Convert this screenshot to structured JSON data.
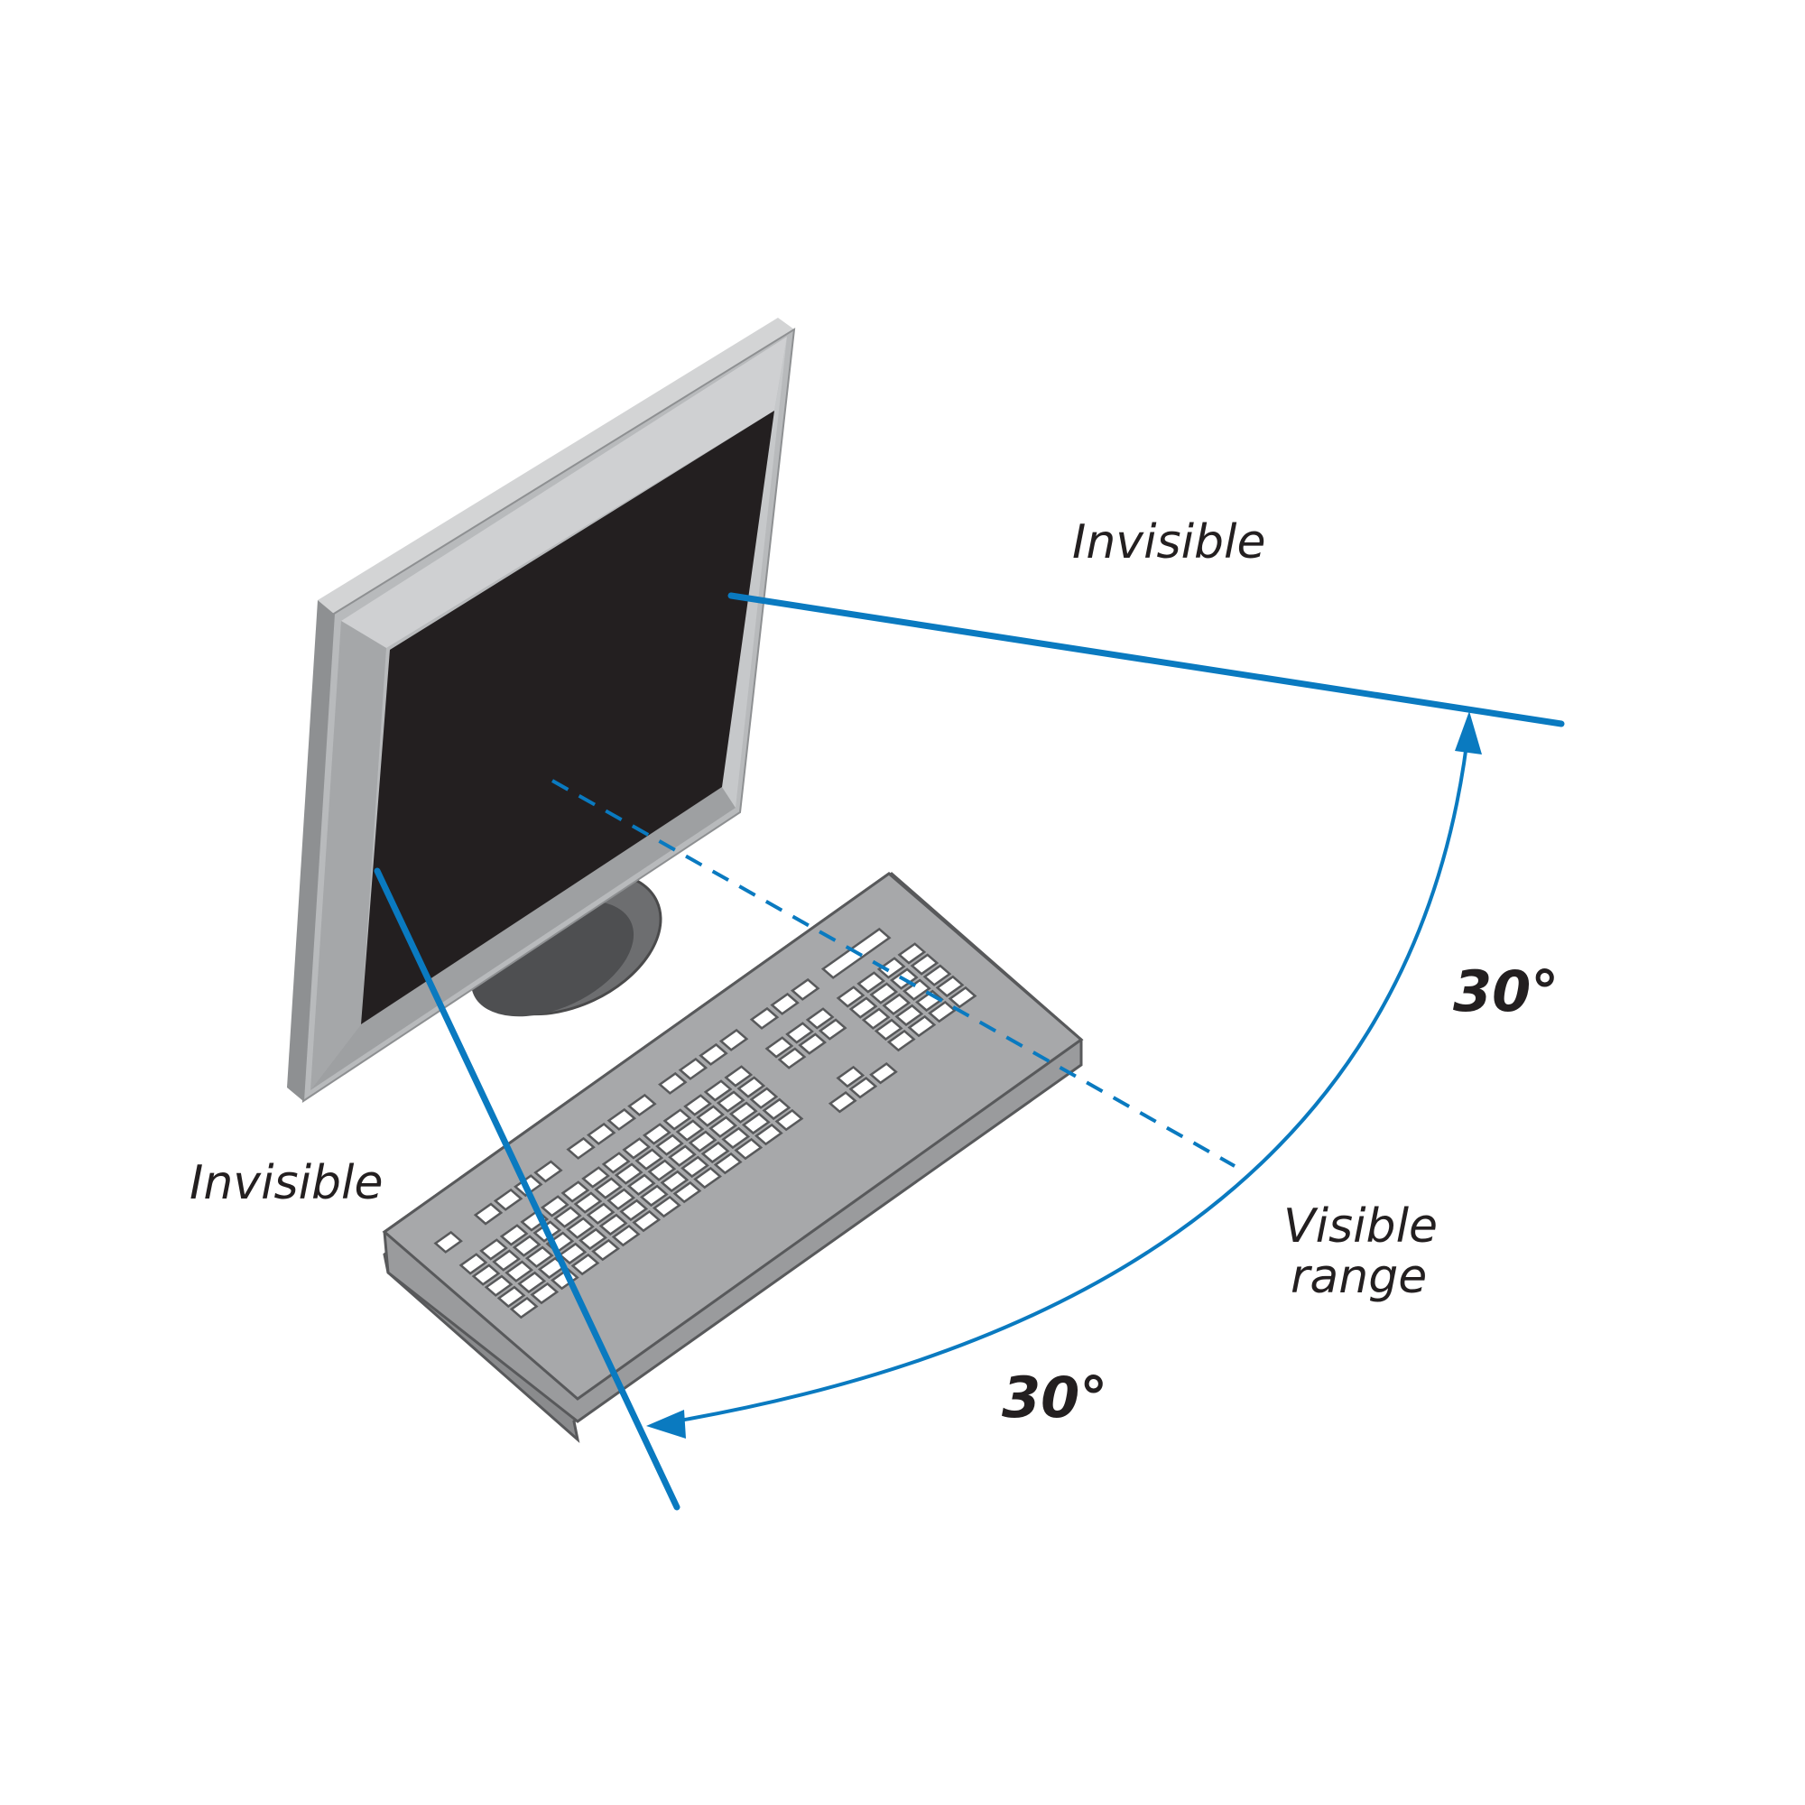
{
  "labels": {
    "invisible_right": "Invisible",
    "invisible_left": "Invisible",
    "visible_range_line1": "Visible",
    "visible_range_line2": "range",
    "angle_right": "30°",
    "angle_bottom": "30°"
  },
  "colors": {
    "accent_line": "#0a7ac0",
    "screen": "#231f20",
    "bezel": "#b8babc",
    "keyboard": "#9a9b9d",
    "keys": "#ffffff"
  },
  "icons": [
    "monitor-icon",
    "keyboard-icon"
  ]
}
